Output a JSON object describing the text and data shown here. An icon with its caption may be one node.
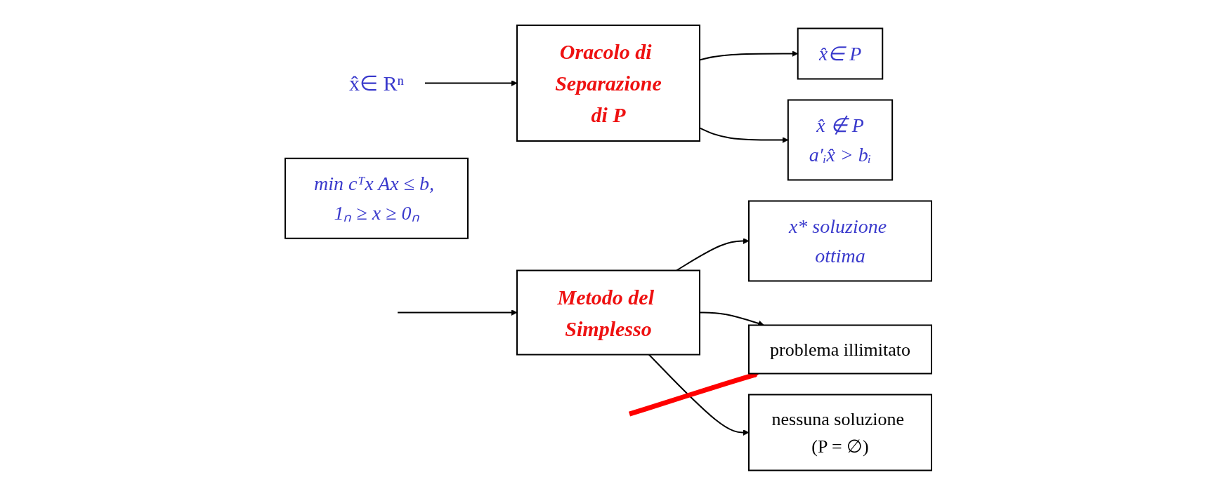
{
  "diagram": {
    "nodes": [
      {
        "text": [
          "x̂∈ Rⁿ"
        ]
      },
      {
        "text": [
          "Oracolo di Separazione",
          "di P"
        ]
      },
      {
        "text": [
          "x̂∈ P"
        ]
      },
      {
        "text": [
          "x̂ ∉ P",
          "a′ᵢx̂ > bᵢ"
        ]
      },
      {
        "text": [
          "min cᵀx Ax ≤ b, 1ₙ ≥ x ≥ 0ₙ"
        ]
      },
      {
        "text": [
          "Metodo del Simplesso"
        ]
      },
      {
        "text": [
          "x* soluzione ottima"
        ]
      },
      {
        "text": [
          "problema illimitato"
        ]
      },
      {
        "text": [
          "nessuna soluzione (P = ∅)"
        ]
      }
    ],
    "edges": [
      {
        "from": 0,
        "to": 1,
        "arrow": "to"
      },
      {
        "from": 1,
        "to": 2,
        "arrow": "to"
      },
      {
        "from": 1,
        "to": 3,
        "arrow": "to"
      },
      {
        "from": null,
        "to": 5,
        "arrow": "to"
      },
      {
        "from": 5,
        "to": 6,
        "arrow": "to"
      },
      {
        "from": 5,
        "to": 7,
        "arrow": "to"
      },
      {
        "from": 5,
        "to": 8,
        "arrow": "to"
      },
      {
        "from": null,
        "to": 7,
        "arrow": "to",
        "style": "thick",
        "color": "#ff0000"
      }
    ]
  }
}
